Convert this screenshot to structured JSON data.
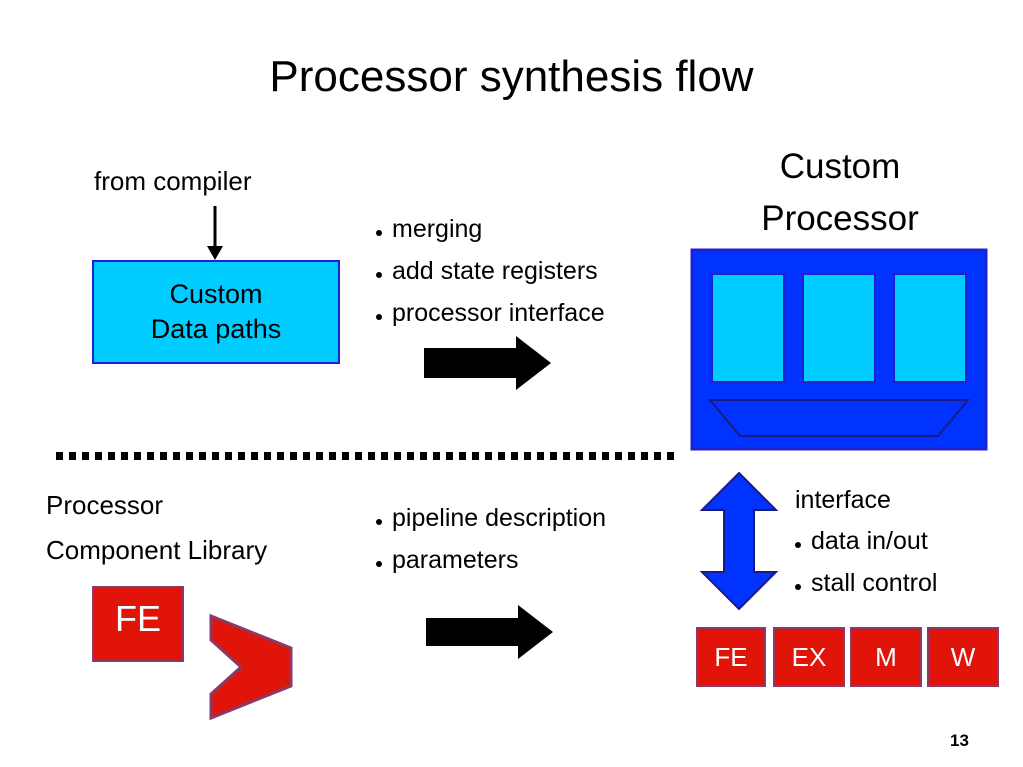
{
  "title": "Processor synthesis flow",
  "from_compiler": "from compiler",
  "custom_box": {
    "line1": "Custom",
    "line2": "Data paths"
  },
  "merge_bullets": [
    "merging",
    "add state registers",
    "processor interface"
  ],
  "custom_processor": {
    "line1": "Custom",
    "line2": "Processor"
  },
  "library_label": {
    "line1": "Processor",
    "line2": "Component Library"
  },
  "fe_block": "FE",
  "pipeline_bullets": [
    "pipeline description",
    "parameters"
  ],
  "interface": {
    "heading": "interface",
    "items": [
      "data in/out",
      "stall control"
    ]
  },
  "stages": [
    "FE",
    "EX",
    "M",
    "W"
  ],
  "page_number": "13",
  "colors": {
    "cyan": "#00ccff",
    "blue": "#0033ff",
    "border_blue": "#2020d0",
    "red": "#e1140a",
    "arrow_black": "#000000"
  }
}
